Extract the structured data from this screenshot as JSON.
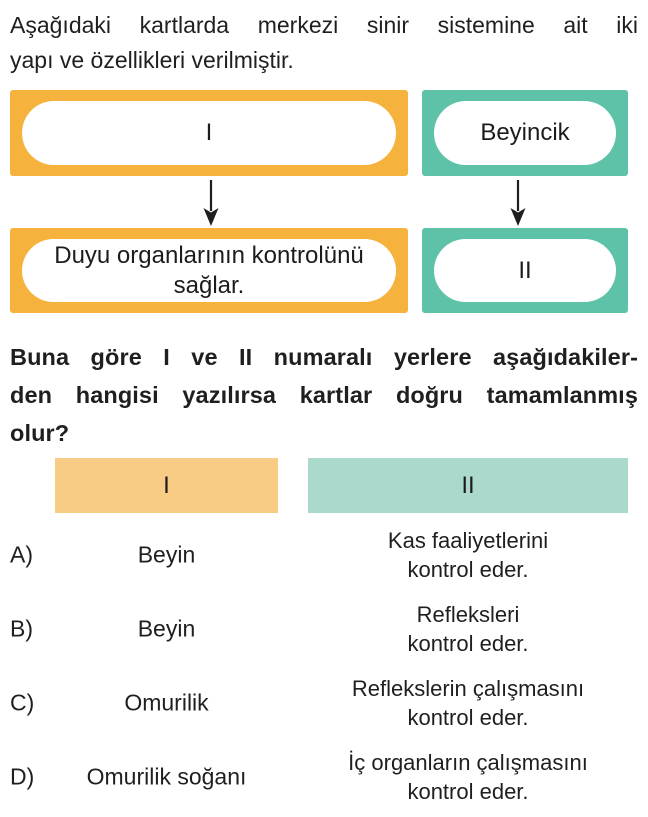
{
  "colors": {
    "orange": "#F5B33E",
    "teal": "#5EC2A9",
    "light_orange": "#F9CC85",
    "light_teal": "#ABDACD",
    "text": "#1f1f1f"
  },
  "intro": {
    "lines": [
      "Aşağıdaki kartlarda merkezi sinir sistemine ait iki",
      "yapı ve özellikleri verilmiştir."
    ]
  },
  "cards": {
    "left_top_label": "I",
    "right_top_label": "Beyincik",
    "left_bottom_lines": [
      "Duyu organlarının kontrolünü",
      "sağlar."
    ],
    "right_bottom_label": "II"
  },
  "question": {
    "lines": [
      "Buna göre I ve II numaralı yerlere aşağıdakiler-",
      "den hangisi yazılırsa kartlar doğru tamamlanmış",
      "olur?"
    ]
  },
  "answer_table": {
    "headers": [
      {
        "label": "I"
      },
      {
        "label": "II"
      }
    ],
    "options": [
      {
        "letter": "A)",
        "col1": "Beyin",
        "col2": [
          "Kas faaliyetlerini",
          "kontrol eder."
        ]
      },
      {
        "letter": "B)",
        "col1": "Beyin",
        "col2": [
          "Refleksleri",
          "kontrol eder."
        ]
      },
      {
        "letter": "C)",
        "col1": "Omurilik",
        "col2": [
          "Reflekslerin çalışmasını",
          "kontrol eder."
        ]
      },
      {
        "letter": "D)",
        "col1": "Omurilik soğanı",
        "col2": [
          "İç organların çalışmasını",
          "kontrol eder."
        ]
      }
    ]
  }
}
